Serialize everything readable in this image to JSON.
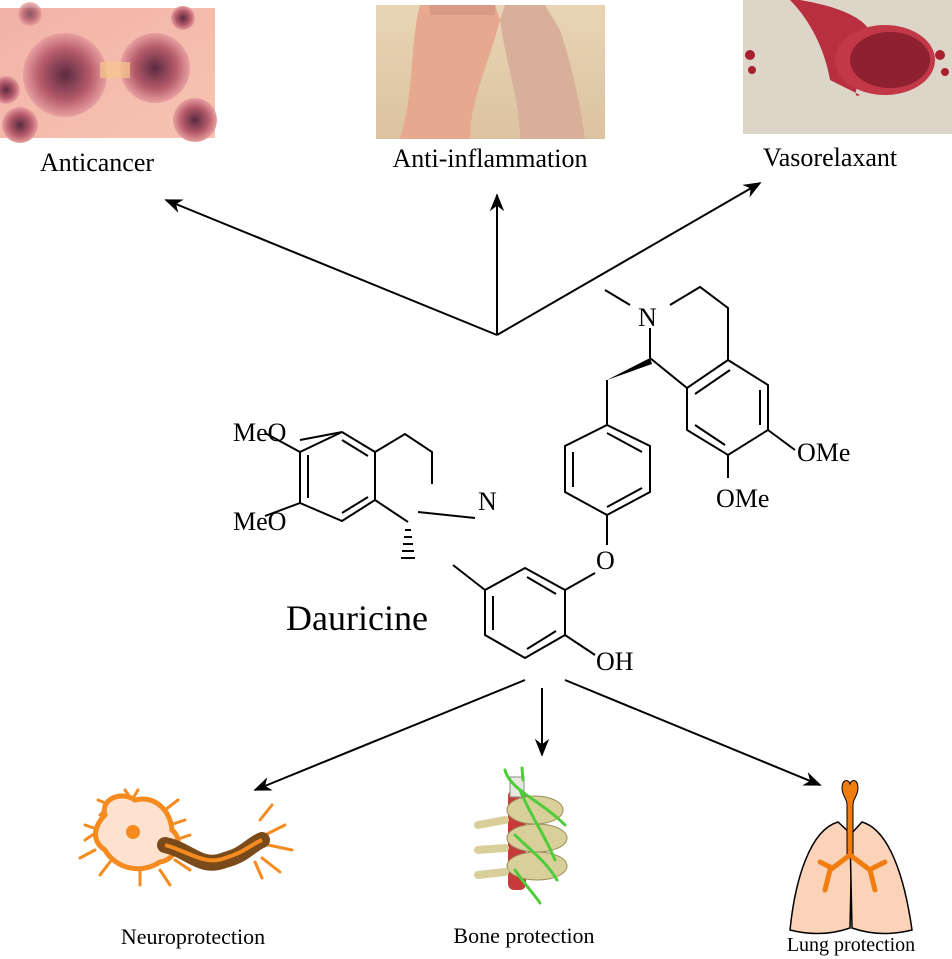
{
  "title": "Dauricine",
  "top_effects": [
    {
      "id": "anticancer",
      "label": "Anticancer",
      "image": "cancer-cells"
    },
    {
      "id": "anti-inflammation",
      "label": "Anti-inflammation",
      "image": "swollen-feet"
    },
    {
      "id": "vasorelaxant",
      "label": "Vasorelaxant",
      "image": "blood-vessel"
    }
  ],
  "bottom_effects": [
    {
      "id": "neuroprotection",
      "label": "Neuroprotection",
      "image": "neuron"
    },
    {
      "id": "bone-protection",
      "label": "Bone protection",
      "image": "spine"
    },
    {
      "id": "lung-protection",
      "label": "Lung protection",
      "image": "lungs"
    }
  ],
  "atoms": {
    "meo1": "MeO",
    "meo2": "MeO",
    "n1": "N",
    "n2": "N",
    "o_ether": "O",
    "oh": "OH",
    "ome1": "OMe",
    "ome2": "OMe"
  },
  "colors": {
    "neuron": "#f58a1f",
    "lung_fill": "#fbd3b8",
    "trachea": "#f07d10",
    "bone": "#d9cf9a",
    "nerve": "#4fcc3a",
    "vessel": "#c83a3a"
  }
}
